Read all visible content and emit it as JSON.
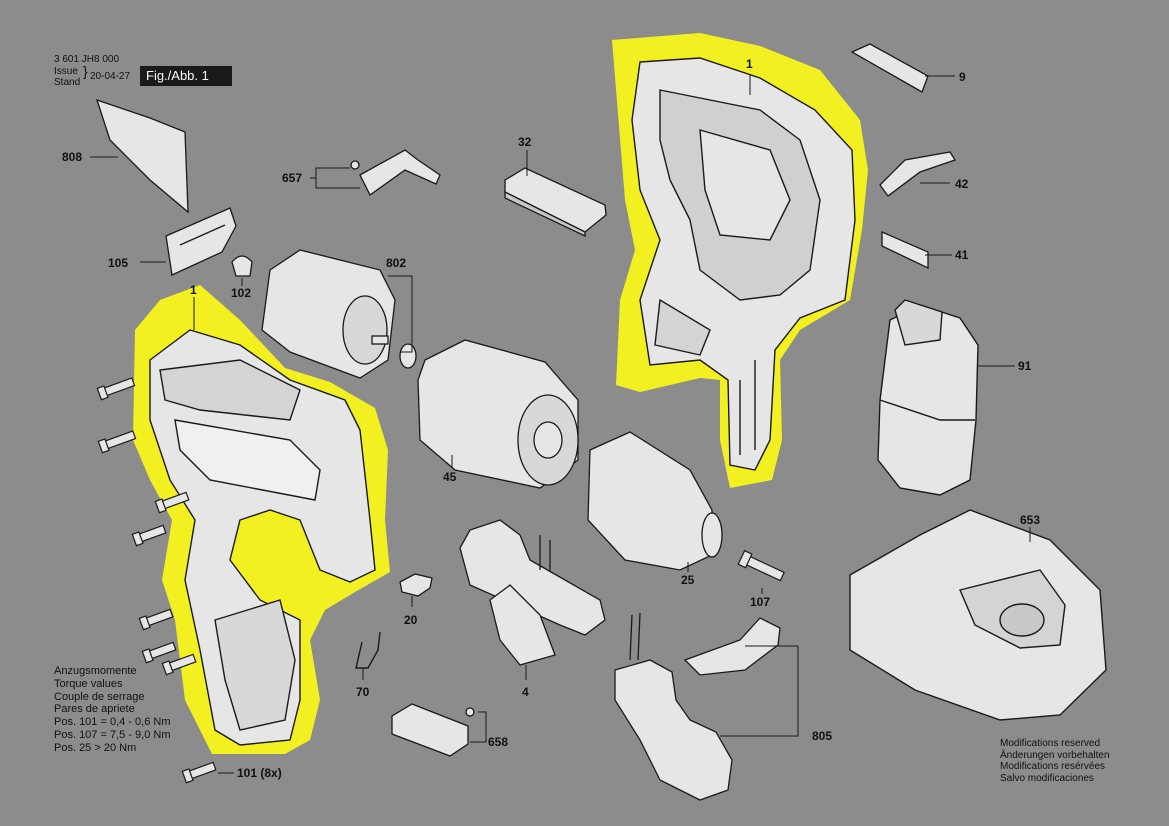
{
  "header": {
    "doc_number": "3 601 JH8 000",
    "issue_label": "Issue",
    "stand_label": "Stand",
    "issue_date": "20-04-27",
    "figure_label": "Fig./Abb. 1"
  },
  "callouts": {
    "p1_top": "1",
    "p1_left": "1",
    "p9": "9",
    "p32": "32",
    "p42": "42",
    "p41": "41",
    "p91": "91",
    "p808": "808",
    "p657": "657",
    "p105": "105",
    "p102": "102",
    "p802": "802",
    "p45": "45",
    "p25": "25",
    "p107": "107",
    "p20": "20",
    "p4": "4",
    "p70": "70",
    "p658": "658",
    "p101": "101 (8x)",
    "p805": "805",
    "p653": "653"
  },
  "torque_note": {
    "lines": [
      "Anzugsmomente",
      "Torque values",
      "Couple de serrage",
      "Pares de apriete",
      "Pos. 101  = 0,4 - 0,6 Nm",
      "Pos. 107  = 7,5 - 9,0 Nm",
      "Pos. 25   > 20 Nm"
    ]
  },
  "modifications_note": {
    "lines": [
      "Modifications reserved",
      "Änderungen vorbehalten",
      "Modifications resérvées",
      "Salvo modificaciones"
    ]
  },
  "colors": {
    "background": "#8c8c8c",
    "highlight": "#f3f021",
    "line": "#1a1a1a",
    "part_fill": "#e6e6e6"
  }
}
